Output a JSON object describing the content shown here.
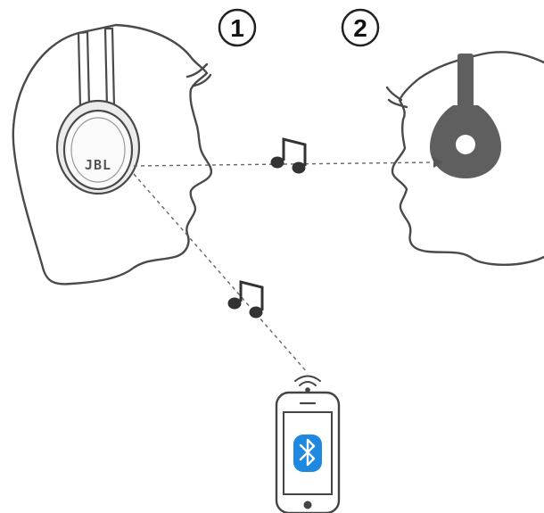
{
  "steps": [
    {
      "number": "1"
    },
    {
      "number": "2"
    }
  ],
  "brand": "JBL",
  "colors": {
    "outline": "#4a4a4a",
    "headphone_light": "#f4f4f4",
    "headphone_dark": "#5f5f5f",
    "bluetooth": "#1f88e0",
    "dotted_line": "#666666"
  },
  "icons": [
    "music-note-icon",
    "music-note-icon",
    "bluetooth-icon",
    "wireless-signal-icon"
  ]
}
